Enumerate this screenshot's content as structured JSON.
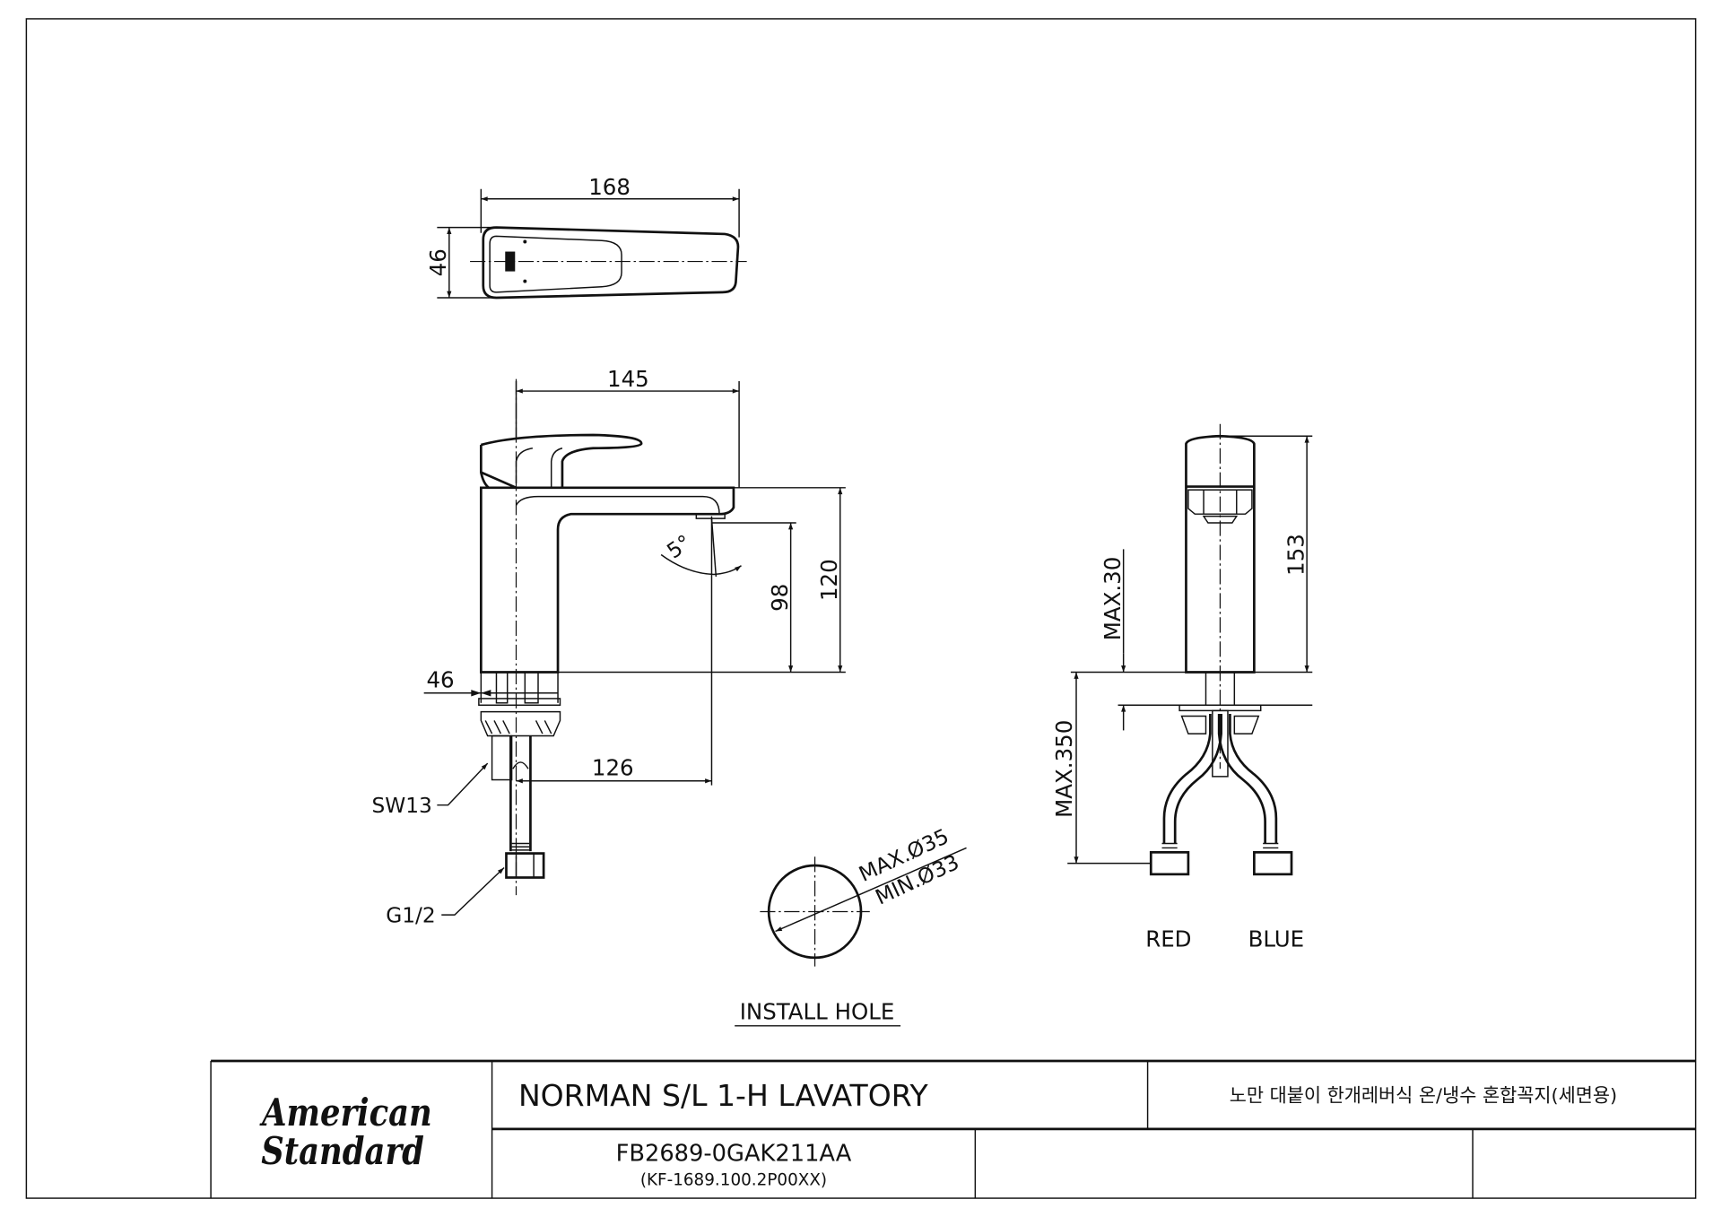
{
  "drawing": {
    "top_view": {
      "length_dim": "168",
      "width_dim": "46"
    },
    "front_view": {
      "spout_dim": "145",
      "height_dim": "120",
      "outlet_height_dim": "98",
      "angle_dim": "5°",
      "base_dim": "46",
      "reach_dim": "126",
      "callout_wrench": "SW13",
      "callout_thread": "G1/2"
    },
    "install_hole": {
      "max_label": "MAX.Ø35",
      "min_label": "MIN.Ø33",
      "title": "INSTALL HOLE"
    },
    "side_view": {
      "height_dim": "153",
      "max_deck_dim": "MAX.30",
      "max_hose_dim": "MAX.350",
      "hose_hot_label": "RED",
      "hose_cold_label": "BLUE"
    }
  },
  "title_block": {
    "logo_line1": "American",
    "logo_line2": "Standard",
    "product_name": "NORMAN S/L 1-H LAVATORY",
    "product_name_korean": "노만 대붙이 한개레버식 온/냉수 혼합꼭지(세면용)",
    "model_number": "FB2689-0GAK211AA",
    "alt_model_number": "(KF-1689.100.2P00XX)"
  }
}
